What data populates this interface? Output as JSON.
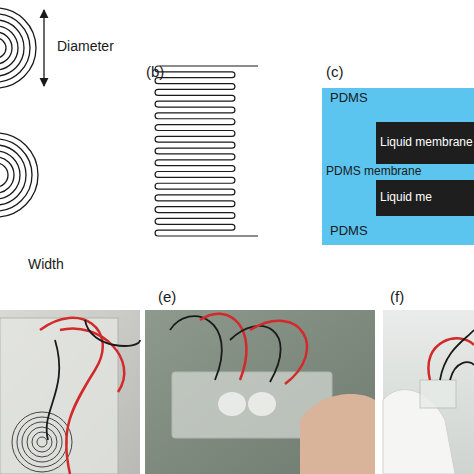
{
  "diagram": {
    "nodes": [
      {
        "text": [
          "PDMS"
        ]
      },
      {
        "text": [
          "Liquid membrane"
        ],
        "in": 0
      },
      {
        "text": [
          "PDMS membrane"
        ]
      },
      {
        "text": [
          "PDMS"
        ]
      },
      {
        "text": [
          "Liquid me"
        ],
        "in": 3
      }
    ],
    "labels": [
      "Diameter",
      "Width",
      "(b)",
      "(c)",
      "(e)",
      "(f)"
    ]
  }
}
